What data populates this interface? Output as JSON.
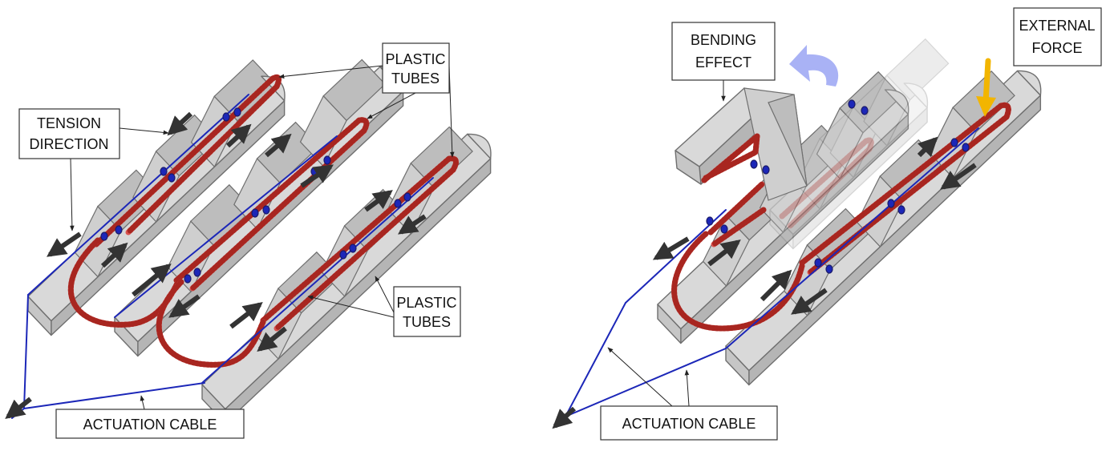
{
  "labels": {
    "plastic_tubes_top": [
      "PLASTIC",
      "TUBES"
    ],
    "tension_direction": [
      "TENSION",
      "DIRECTION"
    ],
    "plastic_tubes_bottom": [
      "PLASTIC",
      "TUBES"
    ],
    "actuation_cable_left": "ACTUATION CABLE",
    "bending_effect": [
      "BENDING",
      "EFFECT"
    ],
    "external_force": [
      "EXTERNAL",
      "FORCE"
    ],
    "actuation_cable_right": "ACTUATION CABLE"
  },
  "colors": {
    "tube": "#d9534f",
    "tube_bead": "#a82620",
    "cable": "#1c27b8",
    "arrow": "#333333",
    "force_arrow": "#f2b500",
    "bend_arrow": "#a9b2f5"
  },
  "icons": {
    "bend_arrow": "curved-arrow-icon",
    "force_arrow": "down-arrow-icon",
    "tension_arrows": "direction-arrow-icon"
  }
}
